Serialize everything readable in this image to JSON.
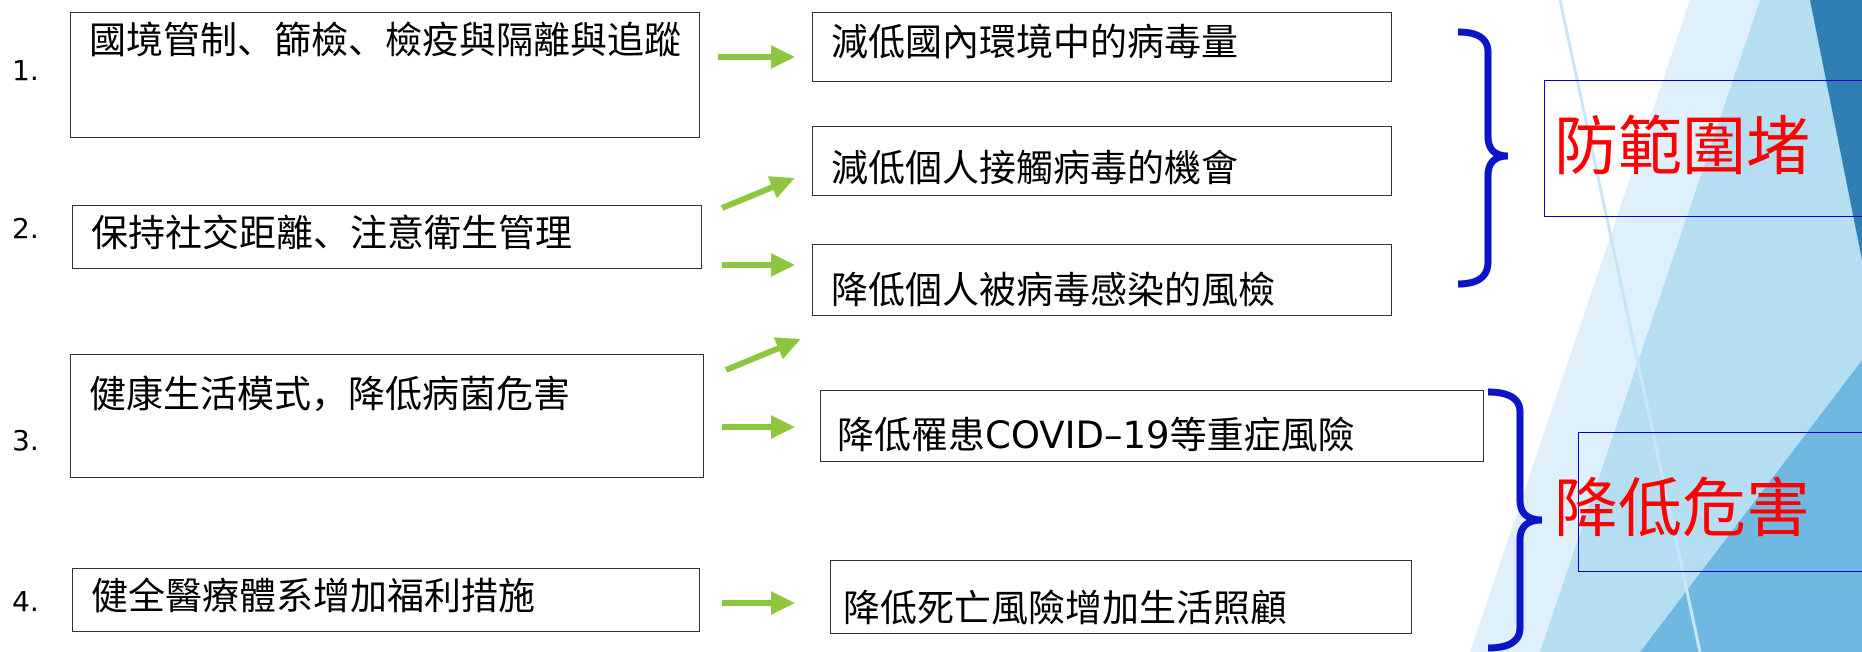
{
  "colors": {
    "arrow": "#8dc63f",
    "bracket": "#0a14c8",
    "tag_text": "#ff0000",
    "tag_border": "#0000cc",
    "bg_light": "#d6ecf8",
    "bg_mid": "#9fd3ef",
    "bg_dark": "#2f7fb5"
  },
  "measures": [
    {
      "num": "1.",
      "text": "國境管制、篩檢、檢疫與隔離與追蹤"
    },
    {
      "num": "2.",
      "text": "保持社交距離、注意衛生管理"
    },
    {
      "num": "3.",
      "text": "健康生活模式，降低病菌危害"
    },
    {
      "num": "4.",
      "text": "健全醫療體系增加福利措施"
    }
  ],
  "effects": [
    "減低國內環境中的病毒量",
    "減低個人接觸病毒的機會",
    "降低個人被病毒感染的風檢",
    "降低罹患COVID–19等重症風險",
    "降低死亡風險增加生活照顧"
  ],
  "tags": {
    "prevent": "防範圍堵",
    "reduce": "降低危害"
  }
}
